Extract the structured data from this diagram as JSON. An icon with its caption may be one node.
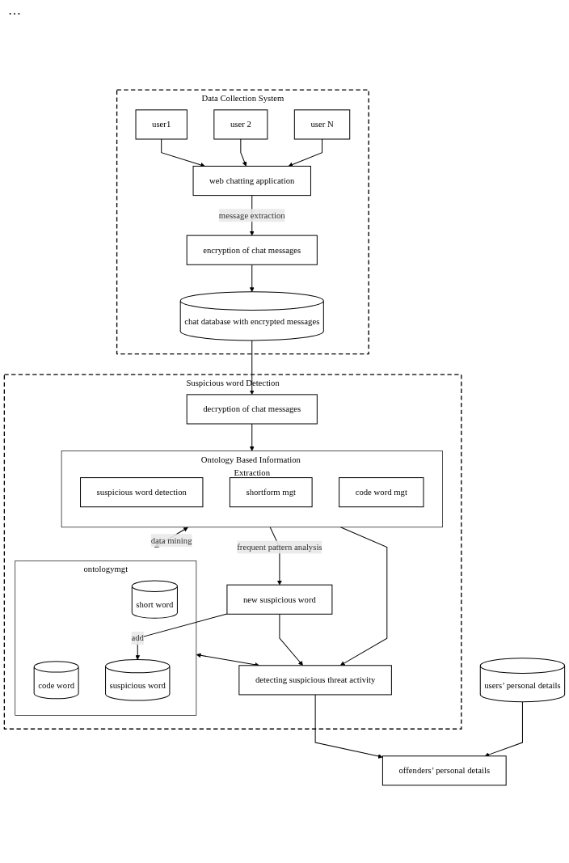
{
  "diagram": {
    "nodes": [
      {
        "text": [
          "Data Collection System"
        ]
      },
      {
        "text": [
          "user1"
        ],
        "in": 0
      },
      {
        "text": [
          "user 2"
        ],
        "in": 0
      },
      {
        "text": [
          "user N"
        ],
        "in": 0
      },
      {
        "text": [
          "web chatting application"
        ],
        "in": 0
      },
      {
        "text": [
          "encryption of chat messages"
        ],
        "in": 0
      },
      {
        "text": [
          "chat database with encrypted messages"
        ],
        "in": 0
      },
      {
        "text": [
          "Suspicious word Detection"
        ]
      },
      {
        "text": [
          "decryption of chat messages"
        ],
        "in": 7
      },
      {
        "text": [
          "Ontology Based Information Extraction"
        ],
        "in": 7
      },
      {
        "text": [
          "suspicious word detection"
        ],
        "in": 9
      },
      {
        "text": [
          "shortform mgt"
        ],
        "in": 9
      },
      {
        "text": [
          "code word mgt"
        ],
        "in": 9
      },
      {
        "text": [
          "ontologymgt"
        ],
        "in": 7
      },
      {
        "text": [
          "short word"
        ],
        "in": 13
      },
      {
        "text": [
          "code word"
        ],
        "in": 13
      },
      {
        "text": [
          "suspicious word"
        ],
        "in": 13
      },
      {
        "text": [
          "new suspicious word"
        ],
        "in": 7
      },
      {
        "text": [
          "detecting suspicious threat activity"
        ],
        "in": 7
      },
      {
        "text": [
          "users’ personal details"
        ]
      },
      {
        "text": [
          "offenders’ personal details"
        ]
      }
    ],
    "edges": [
      {
        "from": 1,
        "to": 4,
        "arrow": "to"
      },
      {
        "from": 2,
        "to": 4,
        "arrow": "to"
      },
      {
        "from": 3,
        "to": 4,
        "arrow": "to"
      },
      {
        "from": 4,
        "to": 5,
        "arrow": "to",
        "label": "message extraction"
      },
      {
        "from": 5,
        "to": 6,
        "arrow": "to"
      },
      {
        "from": 6,
        "to": 8,
        "arrow": "to"
      },
      {
        "from": 8,
        "to": 9,
        "arrow": "to"
      },
      {
        "from": 9,
        "to": 13,
        "arrow": "both",
        "label": "data mining"
      },
      {
        "from": 9,
        "to": 18,
        "arrow": "to"
      },
      {
        "from": 9,
        "to": 17,
        "arrow": "to",
        "label": "frequent pattern analysis"
      },
      {
        "from": 17,
        "to": 16,
        "arrow": "to",
        "label": "add"
      },
      {
        "from": 17,
        "to": 18,
        "arrow": "to"
      },
      {
        "from": 13,
        "to": 18,
        "arrow": "both"
      },
      {
        "from": 18,
        "to": 20,
        "arrow": "to"
      },
      {
        "from": 19,
        "to": 20,
        "arrow": "to"
      }
    ],
    "labels": [
      "…"
    ]
  }
}
